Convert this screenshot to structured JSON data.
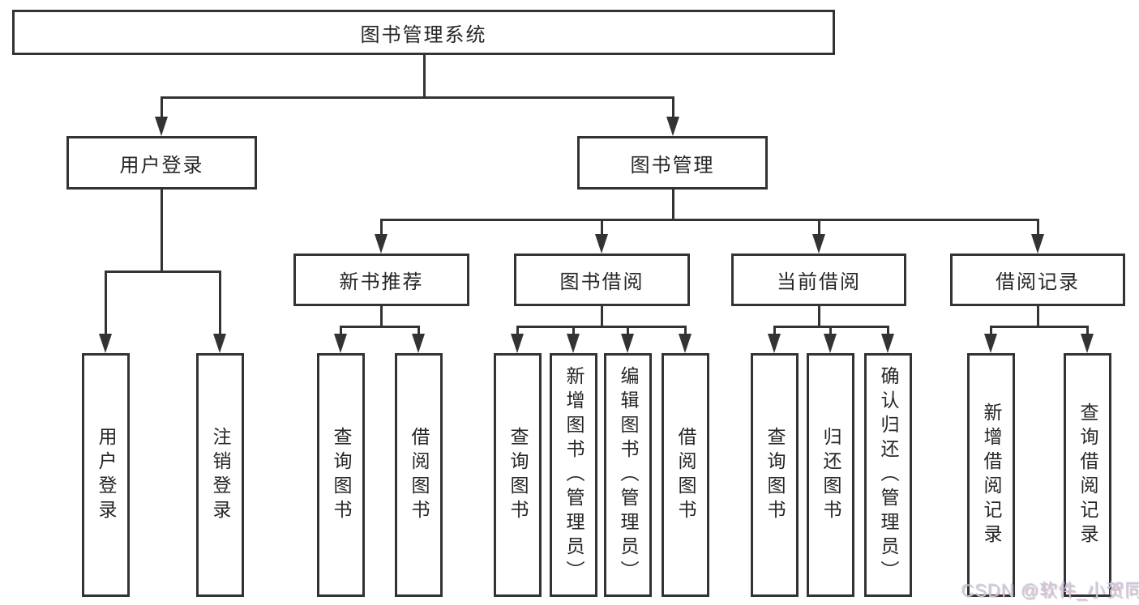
{
  "diagram": {
    "type": "tree",
    "orientation": "top-down",
    "tree": {
      "label": "图书管理系统",
      "children": [
        {
          "label": "用户登录",
          "children": [
            {
              "label": "用户登录"
            },
            {
              "label": "注销登录"
            }
          ]
        },
        {
          "label": "图书管理",
          "children": [
            {
              "label": "新书推荐",
              "children": [
                {
                  "label": "查询图书"
                },
                {
                  "label": "借阅图书"
                }
              ]
            },
            {
              "label": "图书借阅",
              "children": [
                {
                  "label": "查询图书"
                },
                {
                  "label": "新增图书（管理员）"
                },
                {
                  "label": "编辑图书（管理员）"
                },
                {
                  "label": "借阅图书"
                }
              ]
            },
            {
              "label": "当前借阅",
              "children": [
                {
                  "label": "查询图书"
                },
                {
                  "label": "归还图书"
                },
                {
                  "label": "确认归还（管理员）"
                }
              ]
            },
            {
              "label": "借阅记录",
              "children": [
                {
                  "label": "新增借阅记录"
                },
                {
                  "label": "查询借阅记录"
                }
              ]
            }
          ]
        }
      ]
    },
    "colors": {
      "line": "#333333",
      "border": "#333333",
      "text": "#262626",
      "background": "#ffffff",
      "watermark": "#c9cad0"
    }
  },
  "watermark": {
    "text": "CSDN @软件_小贺同学"
  }
}
